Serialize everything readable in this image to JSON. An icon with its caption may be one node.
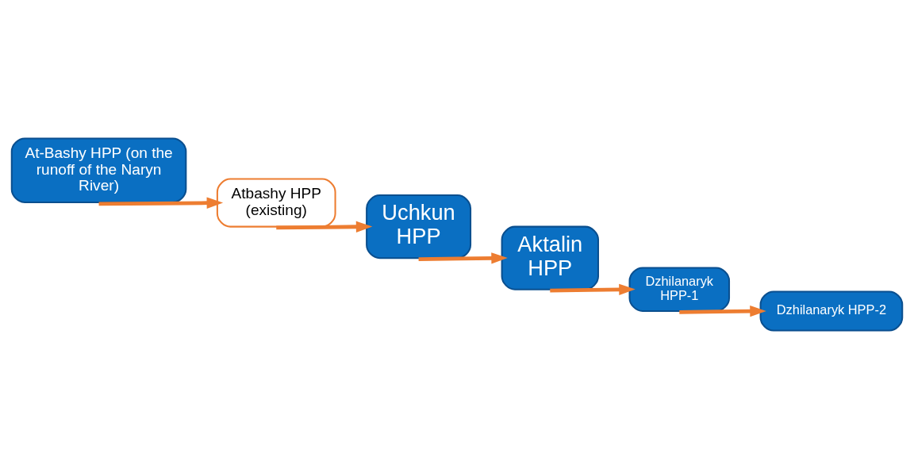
{
  "diagram": {
    "nodes": [
      {
        "text": [
          "At-Bashy HPP (on the runoff of the Naryn River)"
        ]
      },
      {
        "text": [
          "Atbashy HPP (existing)"
        ]
      },
      {
        "text": [
          "Uchkun HPP"
        ]
      },
      {
        "text": [
          "Aktalin HPP"
        ]
      },
      {
        "text": [
          "Dzhilanaryk HPP-1"
        ]
      },
      {
        "text": [
          "Dzhilanaryk HPP-2"
        ]
      }
    ],
    "edges": [
      {
        "from": 0,
        "to": 1,
        "arrow": "to"
      },
      {
        "from": 1,
        "to": 2,
        "arrow": "to"
      },
      {
        "from": 2,
        "to": 3,
        "arrow": "to"
      },
      {
        "from": 3,
        "to": 4,
        "arrow": "to"
      },
      {
        "from": 4,
        "to": 5,
        "arrow": "to"
      }
    ]
  }
}
